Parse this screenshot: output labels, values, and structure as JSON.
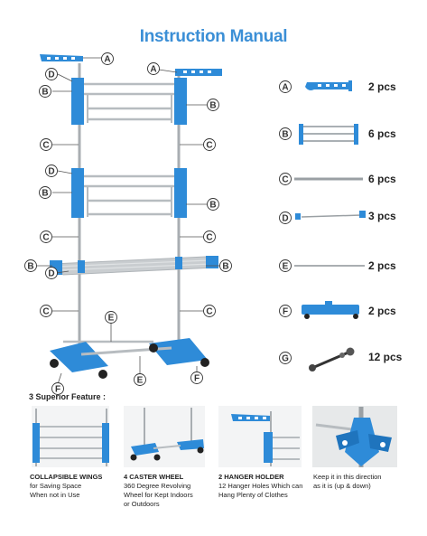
{
  "title": "Instruction Manual",
  "colors": {
    "accent": "#3b8fd6",
    "part_blue": "#2e8bd8",
    "steel": "#b7bcc0"
  },
  "parts": [
    {
      "letter": "A",
      "qty": "2 pcs"
    },
    {
      "letter": "B",
      "qty": "6 pcs"
    },
    {
      "letter": "C",
      "qty": "6 pcs"
    },
    {
      "letter": "D",
      "qty": "3 pcs"
    },
    {
      "letter": "E",
      "qty": "2 pcs"
    },
    {
      "letter": "F",
      "qty": "2 pcs"
    },
    {
      "letter": "G",
      "qty": "12 pcs"
    }
  ],
  "callouts": {
    "A": "A",
    "B": "B",
    "C": "C",
    "D": "D",
    "E": "E",
    "F": "F"
  },
  "features": {
    "heading": "3 Superior Feature :",
    "items": [
      {
        "title": "COLLAPSIBLE WINGS",
        "desc1": "for Saving Space",
        "desc2": "When not in Use",
        "desc3": ""
      },
      {
        "title": "4 CASTER WHEEL",
        "desc1": "360 Degree Revolving",
        "desc2": "Wheel for Kept Indoors",
        "desc3": "or Outdoors"
      },
      {
        "title": "2 HANGER HOLDER",
        "desc1": "12 Hanger Holes Which can",
        "desc2": "Hang Plenty of Clothes",
        "desc3": ""
      },
      {
        "title": "",
        "desc1": "Keep it in this direction",
        "desc2": "as it is (up & down)",
        "desc3": ""
      }
    ]
  }
}
